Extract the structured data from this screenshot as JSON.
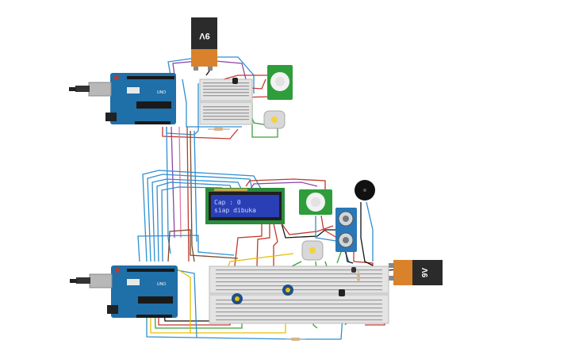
{
  "lcd": {
    "line1": "Cap : 0",
    "line2": "siap dibuka"
  },
  "battery_top": {
    "label": "9V"
  },
  "battery_bottom": {
    "label": "9V"
  },
  "arduino": {
    "label": "UNO"
  },
  "colors": {
    "wire_blue": "#2f8fd0",
    "wire_red": "#c0392b",
    "wire_green": "#3aa13a",
    "wire_purple": "#8e44ad",
    "wire_yellow": "#e6c000",
    "wire_brown": "#7b4a2a",
    "wire_pink": "#e07aa0",
    "wire_gray": "#777777",
    "arduino": "#1f6fa8",
    "lcd_bezel": "#2c8c3e",
    "lcd_screen": "#2a3fb5",
    "pir": "#2e9d3a",
    "ultrasonic": "#2a78b8"
  }
}
